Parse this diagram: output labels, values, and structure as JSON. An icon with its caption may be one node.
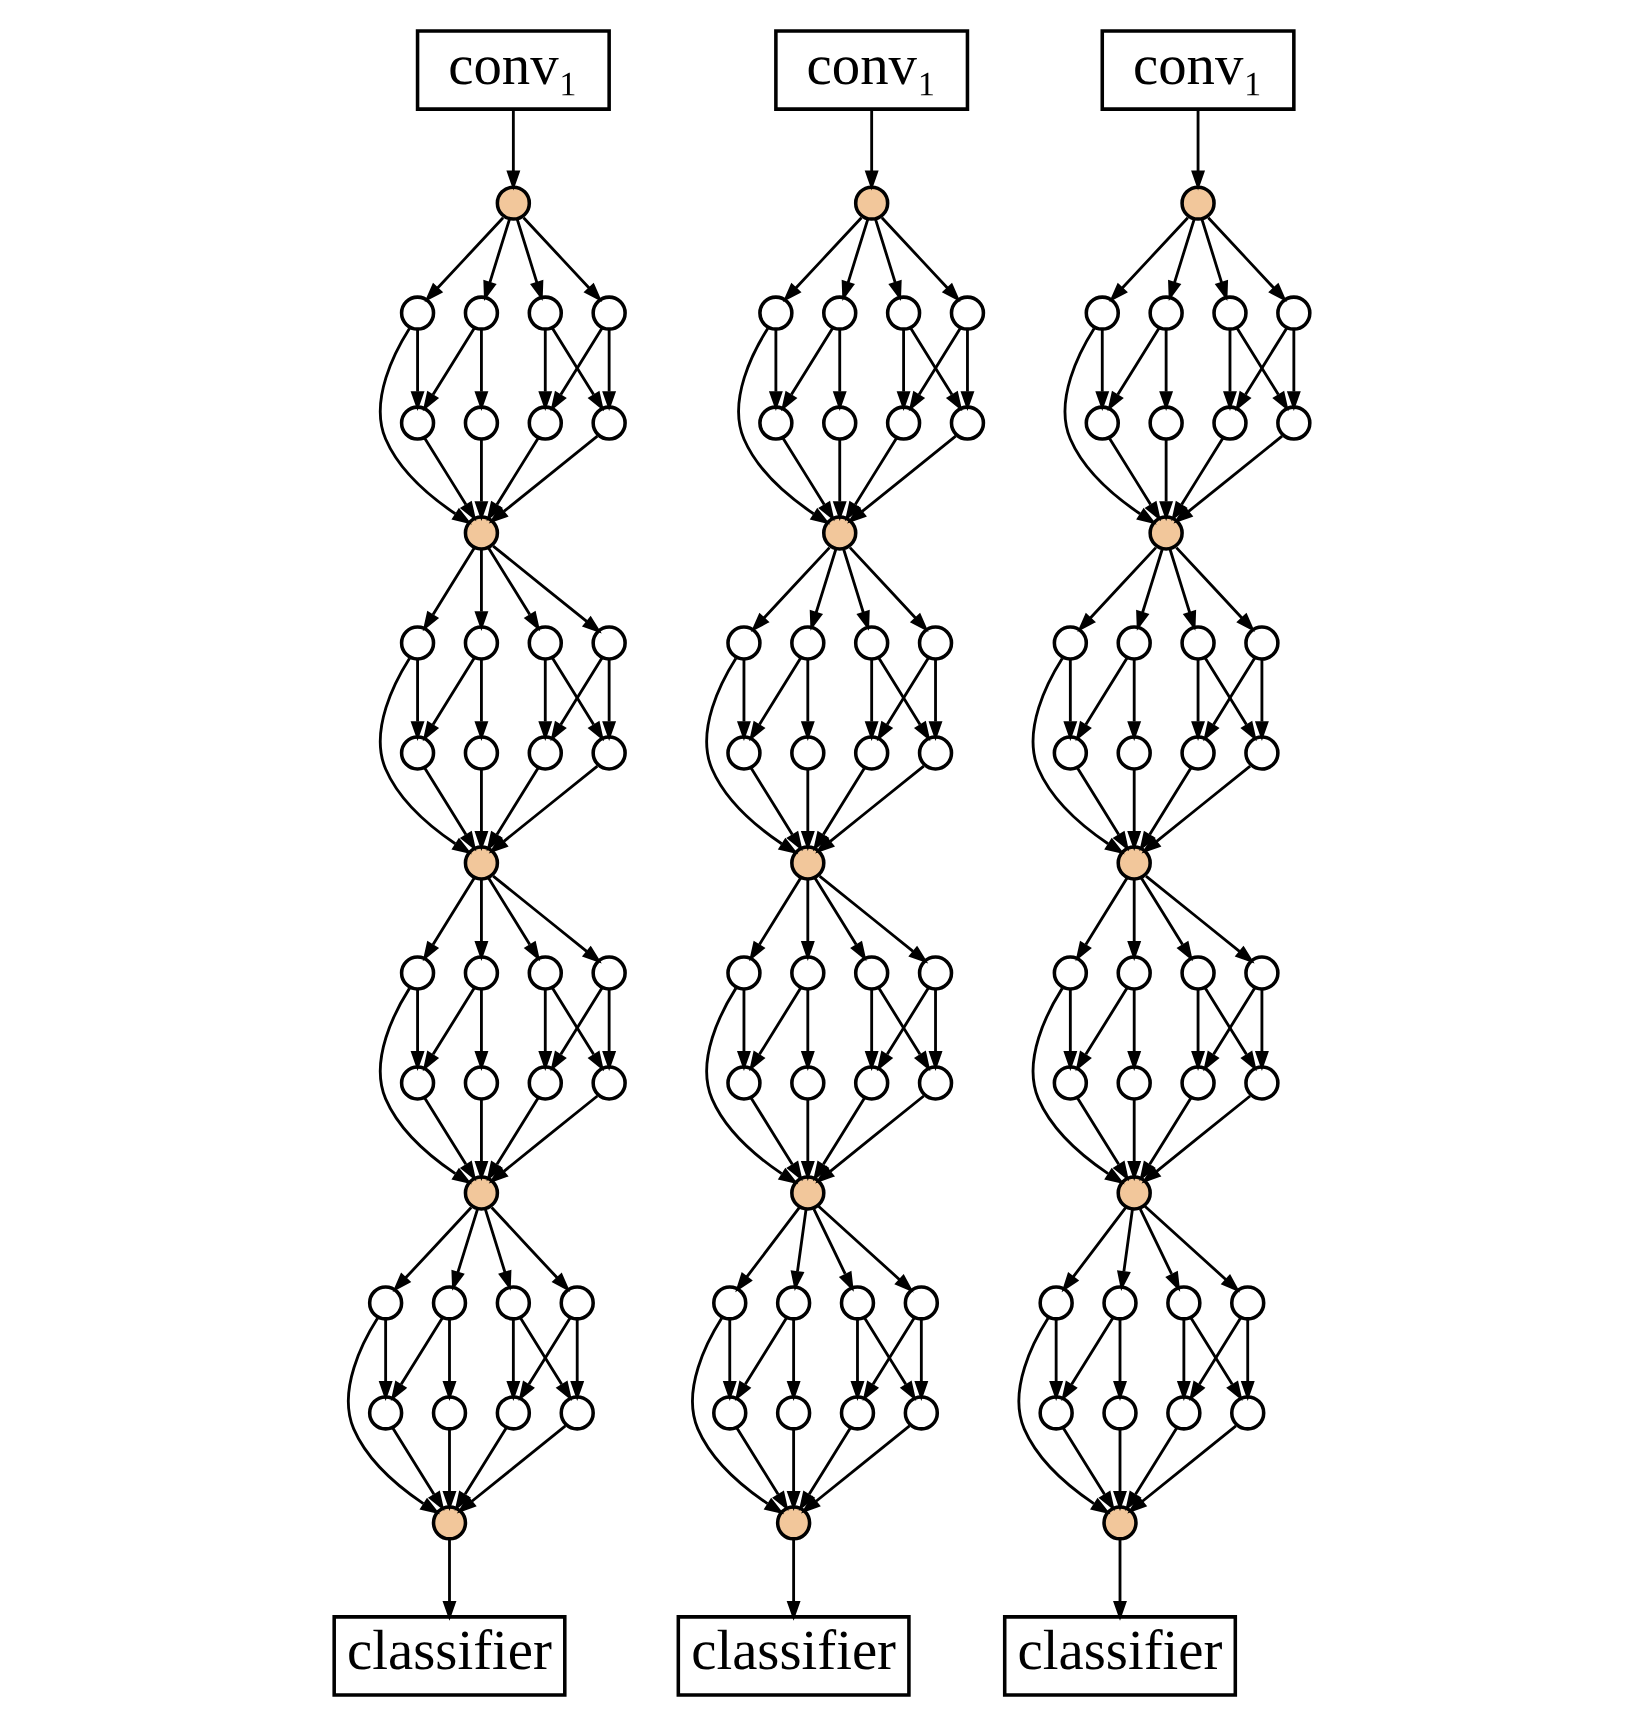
{
  "diagram": {
    "nodes": [
      {
        "text": [
          "conv₁"
        ]
      },
      {
        "text": [],
        "shape": "circle"
      },
      {
        "text": [],
        "shape": "circle"
      },
      {
        "text": [],
        "shape": "circle"
      },
      {
        "text": [],
        "shape": "circle"
      },
      {
        "text": [],
        "shape": "circle"
      },
      {
        "text": [],
        "shape": "circle"
      },
      {
        "text": [],
        "shape": "circle"
      },
      {
        "text": [],
        "shape": "circle"
      },
      {
        "text": [],
        "shape": "circle"
      },
      {
        "text": [],
        "shape": "circle"
      },
      {
        "text": [],
        "shape": "circle"
      },
      {
        "text": [],
        "shape": "circle"
      },
      {
        "text": [],
        "shape": "circle"
      },
      {
        "text": [],
        "shape": "circle"
      },
      {
        "text": [],
        "shape": "circle"
      },
      {
        "text": [],
        "shape": "circle"
      },
      {
        "text": [],
        "shape": "circle"
      },
      {
        "text": [],
        "shape": "circle"
      },
      {
        "text": [],
        "shape": "circle"
      },
      {
        "text": [],
        "shape": "circle"
      },
      {
        "text": [],
        "shape": "circle"
      },
      {
        "text": [],
        "shape": "circle"
      },
      {
        "text": [],
        "shape": "circle"
      },
      {
        "text": [],
        "shape": "circle"
      },
      {
        "text": [],
        "shape": "circle"
      },
      {
        "text": [],
        "shape": "circle"
      },
      {
        "text": [],
        "shape": "circle"
      },
      {
        "text": [],
        "shape": "circle"
      },
      {
        "text": [],
        "shape": "circle"
      },
      {
        "text": [],
        "shape": "circle"
      },
      {
        "text": [],
        "shape": "circle"
      },
      {
        "text": [],
        "shape": "circle"
      },
      {
        "text": [],
        "shape": "circle"
      },
      {
        "text": [],
        "shape": "circle"
      },
      {
        "text": [],
        "shape": "circle"
      },
      {
        "text": [],
        "shape": "circle"
      },
      {
        "text": [],
        "shape": "circle"
      },
      {
        "text": [
          "classifier"
        ]
      },
      {
        "text": [
          "conv₁"
        ]
      },
      {
        "text": [],
        "shape": "circle"
      },
      {
        "text": [],
        "shape": "circle"
      },
      {
        "text": [],
        "shape": "circle"
      },
      {
        "text": [],
        "shape": "circle"
      },
      {
        "text": [],
        "shape": "circle"
      },
      {
        "text": [],
        "shape": "circle"
      },
      {
        "text": [],
        "shape": "circle"
      },
      {
        "text": [],
        "shape": "circle"
      },
      {
        "text": [],
        "shape": "circle"
      },
      {
        "text": [],
        "shape": "circle"
      },
      {
        "text": [],
        "shape": "circle"
      },
      {
        "text": [],
        "shape": "circle"
      },
      {
        "text": [],
        "shape": "circle"
      },
      {
        "text": [],
        "shape": "circle"
      },
      {
        "text": [],
        "shape": "circle"
      },
      {
        "text": [],
        "shape": "circle"
      },
      {
        "text": [],
        "shape": "circle"
      },
      {
        "text": [],
        "shape": "circle"
      },
      {
        "text": [],
        "shape": "circle"
      },
      {
        "text": [],
        "shape": "circle"
      },
      {
        "text": [],
        "shape": "circle"
      },
      {
        "text": [],
        "shape": "circle"
      },
      {
        "text": [],
        "shape": "circle"
      },
      {
        "text": [],
        "shape": "circle"
      },
      {
        "text": [],
        "shape": "circle"
      },
      {
        "text": [],
        "shape": "circle"
      },
      {
        "text": [],
        "shape": "circle"
      },
      {
        "text": [],
        "shape": "circle"
      },
      {
        "text": [],
        "shape": "circle"
      },
      {
        "text": [],
        "shape": "circle"
      },
      {
        "text": [],
        "shape": "circle"
      },
      {
        "text": [],
        "shape": "circle"
      },
      {
        "text": [],
        "shape": "circle"
      },
      {
        "text": [],
        "shape": "circle"
      },
      {
        "text": [],
        "shape": "circle"
      },
      {
        "text": [],
        "shape": "circle"
      },
      {
        "text": [],
        "shape": "circle"
      },
      {
        "text": [
          "classifier"
        ]
      },
      {
        "text": [
          "conv₁"
        ]
      },
      {
        "text": [],
        "shape": "circle"
      },
      {
        "text": [],
        "shape": "circle"
      },
      {
        "text": [],
        "shape": "circle"
      },
      {
        "text": [],
        "shape": "circle"
      },
      {
        "text": [],
        "shape": "circle"
      },
      {
        "text": [],
        "shape": "circle"
      },
      {
        "text": [],
        "shape": "circle"
      },
      {
        "text": [],
        "shape": "circle"
      },
      {
        "text": [],
        "shape": "circle"
      },
      {
        "text": [],
        "shape": "circle"
      },
      {
        "text": [],
        "shape": "circle"
      },
      {
        "text": [],
        "shape": "circle"
      },
      {
        "text": [],
        "shape": "circle"
      },
      {
        "text": [],
        "shape": "circle"
      },
      {
        "text": [],
        "shape": "circle"
      },
      {
        "text": [],
        "shape": "circle"
      },
      {
        "text": [],
        "shape": "circle"
      },
      {
        "text": [],
        "shape": "circle"
      },
      {
        "text": [],
        "shape": "circle"
      },
      {
        "text": [],
        "shape": "circle"
      },
      {
        "text": [],
        "shape": "circle"
      },
      {
        "text": [],
        "shape": "circle"
      },
      {
        "text": [],
        "shape": "circle"
      },
      {
        "text": [],
        "shape": "circle"
      },
      {
        "text": [],
        "shape": "circle"
      },
      {
        "text": [],
        "shape": "circle"
      },
      {
        "text": [],
        "shape": "circle"
      },
      {
        "text": [],
        "shape": "circle"
      },
      {
        "text": [],
        "shape": "circle"
      },
      {
        "text": [],
        "shape": "circle"
      },
      {
        "text": [],
        "shape": "circle"
      },
      {
        "text": [],
        "shape": "circle"
      },
      {
        "text": [],
        "shape": "circle"
      },
      {
        "text": [],
        "shape": "circle"
      },
      {
        "text": [],
        "shape": "circle"
      },
      {
        "text": [],
        "shape": "circle"
      },
      {
        "text": [],
        "shape": "circle"
      },
      {
        "text": [
          "classifier"
        ]
      }
    ],
    "edges": [
      {
        "from": 0,
        "to": 1,
        "arrow": "to"
      },
      {
        "from": 1,
        "to": 2,
        "arrow": "to"
      },
      {
        "from": 1,
        "to": 3,
        "arrow": "to"
      },
      {
        "from": 1,
        "to": 4,
        "arrow": "to"
      },
      {
        "from": 1,
        "to": 5,
        "arrow": "to"
      },
      {
        "from": 2,
        "to": 6,
        "arrow": "to"
      },
      {
        "from": 3,
        "to": 6,
        "arrow": "to"
      },
      {
        "from": 3,
        "to": 7,
        "arrow": "to"
      },
      {
        "from": 4,
        "to": 8,
        "arrow": "to"
      },
      {
        "from": 5,
        "to": 8,
        "arrow": "to"
      },
      {
        "from": 5,
        "to": 9,
        "arrow": "to"
      },
      {
        "from": 2,
        "to": 7,
        "arrow": "to"
      },
      {
        "from": 6,
        "to": 10,
        "arrow": "to"
      },
      {
        "from": 7,
        "to": 10,
        "arrow": "to"
      },
      {
        "from": 8,
        "to": 10,
        "arrow": "to"
      },
      {
        "from": 9,
        "to": 10,
        "arrow": "to"
      },
      {
        "from": 4,
        "to": 10,
        "arrow": "to"
      },
      {
        "from": 10,
        "to": 11,
        "arrow": "to"
      },
      {
        "from": 10,
        "to": 12,
        "arrow": "to"
      },
      {
        "from": 10,
        "to": 13,
        "arrow": "to"
      },
      {
        "from": 10,
        "to": 14,
        "arrow": "to"
      },
      {
        "from": 11,
        "to": 15,
        "arrow": "to"
      },
      {
        "from": 12,
        "to": 15,
        "arrow": "to"
      },
      {
        "from": 12,
        "to": 16,
        "arrow": "to"
      },
      {
        "from": 13,
        "to": 17,
        "arrow": "to"
      },
      {
        "from": 14,
        "to": 17,
        "arrow": "to"
      },
      {
        "from": 14,
        "to": 18,
        "arrow": "to"
      },
      {
        "from": 11,
        "to": 16,
        "arrow": "to"
      },
      {
        "from": 15,
        "to": 19,
        "arrow": "to"
      },
      {
        "from": 16,
        "to": 19,
        "arrow": "to"
      },
      {
        "from": 17,
        "to": 19,
        "arrow": "to"
      },
      {
        "from": 18,
        "to": 19,
        "arrow": "to"
      },
      {
        "from": 13,
        "to": 19,
        "arrow": "to"
      },
      {
        "from": 19,
        "to": 20,
        "arrow": "to"
      },
      {
        "from": 19,
        "to": 21,
        "arrow": "to"
      },
      {
        "from": 19,
        "to": 22,
        "arrow": "to"
      },
      {
        "from": 19,
        "to": 23,
        "arrow": "to"
      },
      {
        "from": 20,
        "to": 24,
        "arrow": "to"
      },
      {
        "from": 21,
        "to": 24,
        "arrow": "to"
      },
      {
        "from": 21,
        "to": 25,
        "arrow": "to"
      },
      {
        "from": 22,
        "to": 26,
        "arrow": "to"
      },
      {
        "from": 23,
        "to": 26,
        "arrow": "to"
      },
      {
        "from": 23,
        "to": 27,
        "arrow": "to"
      },
      {
        "from": 20,
        "to": 25,
        "arrow": "to"
      },
      {
        "from": 24,
        "to": 28,
        "arrow": "to"
      },
      {
        "from": 25,
        "to": 28,
        "arrow": "to"
      },
      {
        "from": 26,
        "to": 28,
        "arrow": "to"
      },
      {
        "from": 27,
        "to": 28,
        "arrow": "to"
      },
      {
        "from": 22,
        "to": 28,
        "arrow": "to"
      },
      {
        "from": 28,
        "to": 29,
        "arrow": "to"
      },
      {
        "from": 28,
        "to": 30,
        "arrow": "to"
      },
      {
        "from": 28,
        "to": 31,
        "arrow": "to"
      },
      {
        "from": 28,
        "to": 32,
        "arrow": "to"
      },
      {
        "from": 29,
        "to": 33,
        "arrow": "to"
      },
      {
        "from": 30,
        "to": 33,
        "arrow": "to"
      },
      {
        "from": 30,
        "to": 34,
        "arrow": "to"
      },
      {
        "from": 31,
        "to": 35,
        "arrow": "to"
      },
      {
        "from": 32,
        "to": 35,
        "arrow": "to"
      },
      {
        "from": 32,
        "to": 36,
        "arrow": "to"
      },
      {
        "from": 29,
        "to": 34,
        "arrow": "to"
      },
      {
        "from": 33,
        "to": 37,
        "arrow": "to"
      },
      {
        "from": 34,
        "to": 37,
        "arrow": "to"
      },
      {
        "from": 35,
        "to": 37,
        "arrow": "to"
      },
      {
        "from": 36,
        "to": 37,
        "arrow": "to"
      },
      {
        "from": 31,
        "to": 37,
        "arrow": "to"
      },
      {
        "from": 37,
        "to": 38,
        "arrow": "to"
      },
      {
        "from": 39,
        "to": 40,
        "arrow": "to"
      },
      {
        "from": 40,
        "to": 41,
        "arrow": "to"
      },
      {
        "from": 40,
        "to": 42,
        "arrow": "to"
      },
      {
        "from": 40,
        "to": 43,
        "arrow": "to"
      },
      {
        "from": 40,
        "to": 44,
        "arrow": "to"
      },
      {
        "from": 41,
        "to": 45,
        "arrow": "to"
      },
      {
        "from": 42,
        "to": 45,
        "arrow": "to"
      },
      {
        "from": 42,
        "to": 46,
        "arrow": "to"
      },
      {
        "from": 43,
        "to": 47,
        "arrow": "to"
      },
      {
        "from": 44,
        "to": 47,
        "arrow": "to"
      },
      {
        "from": 44,
        "to": 48,
        "arrow": "to"
      },
      {
        "from": 41,
        "to": 46,
        "arrow": "to"
      },
      {
        "from": 45,
        "to": 49,
        "arrow": "to"
      },
      {
        "from": 46,
        "to": 49,
        "arrow": "to"
      },
      {
        "from": 47,
        "to": 49,
        "arrow": "to"
      },
      {
        "from": 48,
        "to": 49,
        "arrow": "to"
      },
      {
        "from": 43,
        "to": 49,
        "arrow": "to"
      },
      {
        "from": 49,
        "to": 50,
        "arrow": "to"
      },
      {
        "from": 49,
        "to": 51,
        "arrow": "to"
      },
      {
        "from": 49,
        "to": 52,
        "arrow": "to"
      },
      {
        "from": 49,
        "to": 53,
        "arrow": "to"
      },
      {
        "from": 50,
        "to": 54,
        "arrow": "to"
      },
      {
        "from": 51,
        "to": 54,
        "arrow": "to"
      },
      {
        "from": 51,
        "to": 55,
        "arrow": "to"
      },
      {
        "from": 52,
        "to": 56,
        "arrow": "to"
      },
      {
        "from": 53,
        "to": 56,
        "arrow": "to"
      },
      {
        "from": 53,
        "to": 57,
        "arrow": "to"
      },
      {
        "from": 50,
        "to": 55,
        "arrow": "to"
      },
      {
        "from": 54,
        "to": 58,
        "arrow": "to"
      },
      {
        "from": 55,
        "to": 58,
        "arrow": "to"
      },
      {
        "from": 56,
        "to": 58,
        "arrow": "to"
      },
      {
        "from": 57,
        "to": 58,
        "arrow": "to"
      },
      {
        "from": 52,
        "to": 58,
        "arrow": "to"
      },
      {
        "from": 58,
        "to": 59,
        "arrow": "to"
      },
      {
        "from": 58,
        "to": 60,
        "arrow": "to"
      },
      {
        "from": 58,
        "to": 61,
        "arrow": "to"
      },
      {
        "from": 58,
        "to": 62,
        "arrow": "to"
      },
      {
        "from": 59,
        "to": 63,
        "arrow": "to"
      },
      {
        "from": 60,
        "to": 63,
        "arrow": "to"
      },
      {
        "from": 60,
        "to": 64,
        "arrow": "to"
      },
      {
        "from": 61,
        "to": 65,
        "arrow": "to"
      },
      {
        "from": 62,
        "to": 65,
        "arrow": "to"
      },
      {
        "from": 62,
        "to": 66,
        "arrow": "to"
      },
      {
        "from": 59,
        "to": 64,
        "arrow": "to"
      },
      {
        "from": 63,
        "to": 67,
        "arrow": "to"
      },
      {
        "from": 64,
        "to": 67,
        "arrow": "to"
      },
      {
        "from": 65,
        "to": 67,
        "arrow": "to"
      },
      {
        "from": 66,
        "to": 67,
        "arrow": "to"
      },
      {
        "from": 61,
        "to": 67,
        "arrow": "to"
      },
      {
        "from": 67,
        "to": 68,
        "arrow": "to"
      },
      {
        "from": 67,
        "to": 69,
        "arrow": "to"
      },
      {
        "from": 67,
        "to": 70,
        "arrow": "to"
      },
      {
        "from": 67,
        "to": 71,
        "arrow": "to"
      },
      {
        "from": 68,
        "to": 72,
        "arrow": "to"
      },
      {
        "from": 69,
        "to": 72,
        "arrow": "to"
      },
      {
        "from": 69,
        "to": 73,
        "arrow": "to"
      },
      {
        "from": 70,
        "to": 74,
        "arrow": "to"
      },
      {
        "from": 71,
        "to": 74,
        "arrow": "to"
      },
      {
        "from": 71,
        "to": 75,
        "arrow": "to"
      },
      {
        "from": 68,
        "to": 73,
        "arrow": "to"
      },
      {
        "from": 72,
        "to": 76,
        "arrow": "to"
      },
      {
        "from": 73,
        "to": 76,
        "arrow": "to"
      },
      {
        "from": 74,
        "to": 76,
        "arrow": "to"
      },
      {
        "from": 75,
        "to": 76,
        "arrow": "to"
      },
      {
        "from": 70,
        "to": 76,
        "arrow": "to"
      },
      {
        "from": 76,
        "to": 77,
        "arrow": "to"
      },
      {
        "from": 78,
        "to": 79,
        "arrow": "to"
      },
      {
        "from": 79,
        "to": 80,
        "arrow": "to"
      },
      {
        "from": 79,
        "to": 81,
        "arrow": "to"
      },
      {
        "from": 79,
        "to": 82,
        "arrow": "to"
      },
      {
        "from": 79,
        "to": 83,
        "arrow": "to"
      },
      {
        "from": 80,
        "to": 84,
        "arrow": "to"
      },
      {
        "from": 81,
        "to": 84,
        "arrow": "to"
      },
      {
        "from": 81,
        "to": 85,
        "arrow": "to"
      },
      {
        "from": 82,
        "to": 86,
        "arrow": "to"
      },
      {
        "from": 83,
        "to": 86,
        "arrow": "to"
      },
      {
        "from": 83,
        "to": 87,
        "arrow": "to"
      },
      {
        "from": 80,
        "to": 85,
        "arrow": "to"
      },
      {
        "from": 84,
        "to": 88,
        "arrow": "to"
      },
      {
        "from": 85,
        "to": 88,
        "arrow": "to"
      },
      {
        "from": 86,
        "to": 88,
        "arrow": "to"
      },
      {
        "from": 87,
        "to": 88,
        "arrow": "to"
      },
      {
        "from": 82,
        "to": 88,
        "arrow": "to"
      },
      {
        "from": 88,
        "to": 89,
        "arrow": "to"
      },
      {
        "from": 88,
        "to": 90,
        "arrow": "to"
      },
      {
        "from": 88,
        "to": 91,
        "arrow": "to"
      },
      {
        "from": 88,
        "to": 92,
        "arrow": "to"
      },
      {
        "from": 89,
        "to": 93,
        "arrow": "to"
      },
      {
        "from": 90,
        "to": 93,
        "arrow": "to"
      },
      {
        "from": 90,
        "to": 94,
        "arrow": "to"
      },
      {
        "from": 91,
        "to": 95,
        "arrow": "to"
      },
      {
        "from": 92,
        "to": 95,
        "arrow": "to"
      },
      {
        "from": 92,
        "to": 96,
        "arrow": "to"
      },
      {
        "from": 89,
        "to": 94,
        "arrow": "to"
      },
      {
        "from": 93,
        "to": 97,
        "arrow": "to"
      },
      {
        "from": 94,
        "to": 97,
        "arrow": "to"
      },
      {
        "from": 95,
        "to": 97,
        "arrow": "to"
      },
      {
        "from": 96,
        "to": 97,
        "arrow": "to"
      },
      {
        "from": 91,
        "to": 97,
        "arrow": "to"
      },
      {
        "from": 97,
        "to": 98,
        "arrow": "to"
      },
      {
        "from": 97,
        "to": 99,
        "arrow": "to"
      },
      {
        "from": 97,
        "to": 100,
        "arrow": "to"
      },
      {
        "from": 97,
        "to": 101,
        "arrow": "to"
      },
      {
        "from": 98,
        "to": 102,
        "arrow": "to"
      },
      {
        "from": 99,
        "to": 102,
        "arrow": "to"
      },
      {
        "from": 99,
        "to": 103,
        "arrow": "to"
      },
      {
        "from": 100,
        "to": 104,
        "arrow": "to"
      },
      {
        "from": 101,
        "to": 104,
        "arrow": "to"
      },
      {
        "from": 101,
        "to": 105,
        "arrow": "to"
      },
      {
        "from": 98,
        "to": 103,
        "arrow": "to"
      },
      {
        "from": 102,
        "to": 106,
        "arrow": "to"
      },
      {
        "from": 103,
        "to": 106,
        "arrow": "to"
      },
      {
        "from": 104,
        "to": 106,
        "arrow": "to"
      },
      {
        "from": 105,
        "to": 106,
        "arrow": "to"
      },
      {
        "from": 100,
        "to": 106,
        "arrow": "to"
      },
      {
        "from": 106,
        "to": 107,
        "arrow": "to"
      },
      {
        "from": 106,
        "to": 108,
        "arrow": "to"
      },
      {
        "from": 106,
        "to": 109,
        "arrow": "to"
      },
      {
        "from": 106,
        "to": 110,
        "arrow": "to"
      },
      {
        "from": 107,
        "to": 111,
        "arrow": "to"
      },
      {
        "from": 108,
        "to": 111,
        "arrow": "to"
      },
      {
        "from": 108,
        "to": 112,
        "arrow": "to"
      },
      {
        "from": 109,
        "to": 113,
        "arrow": "to"
      },
      {
        "from": 110,
        "to": 113,
        "arrow": "to"
      },
      {
        "from": 110,
        "to": 114,
        "arrow": "to"
      },
      {
        "from": 107,
        "to": 112,
        "arrow": "to"
      },
      {
        "from": 111,
        "to": 115,
        "arrow": "to"
      },
      {
        "from": 112,
        "to": 115,
        "arrow": "to"
      },
      {
        "from": 113,
        "to": 115,
        "arrow": "to"
      },
      {
        "from": 114,
        "to": 115,
        "arrow": "to"
      },
      {
        "from": 109,
        "to": 115,
        "arrow": "to"
      },
      {
        "from": 115,
        "to": 116,
        "arrow": "to"
      }
    ]
  }
}
